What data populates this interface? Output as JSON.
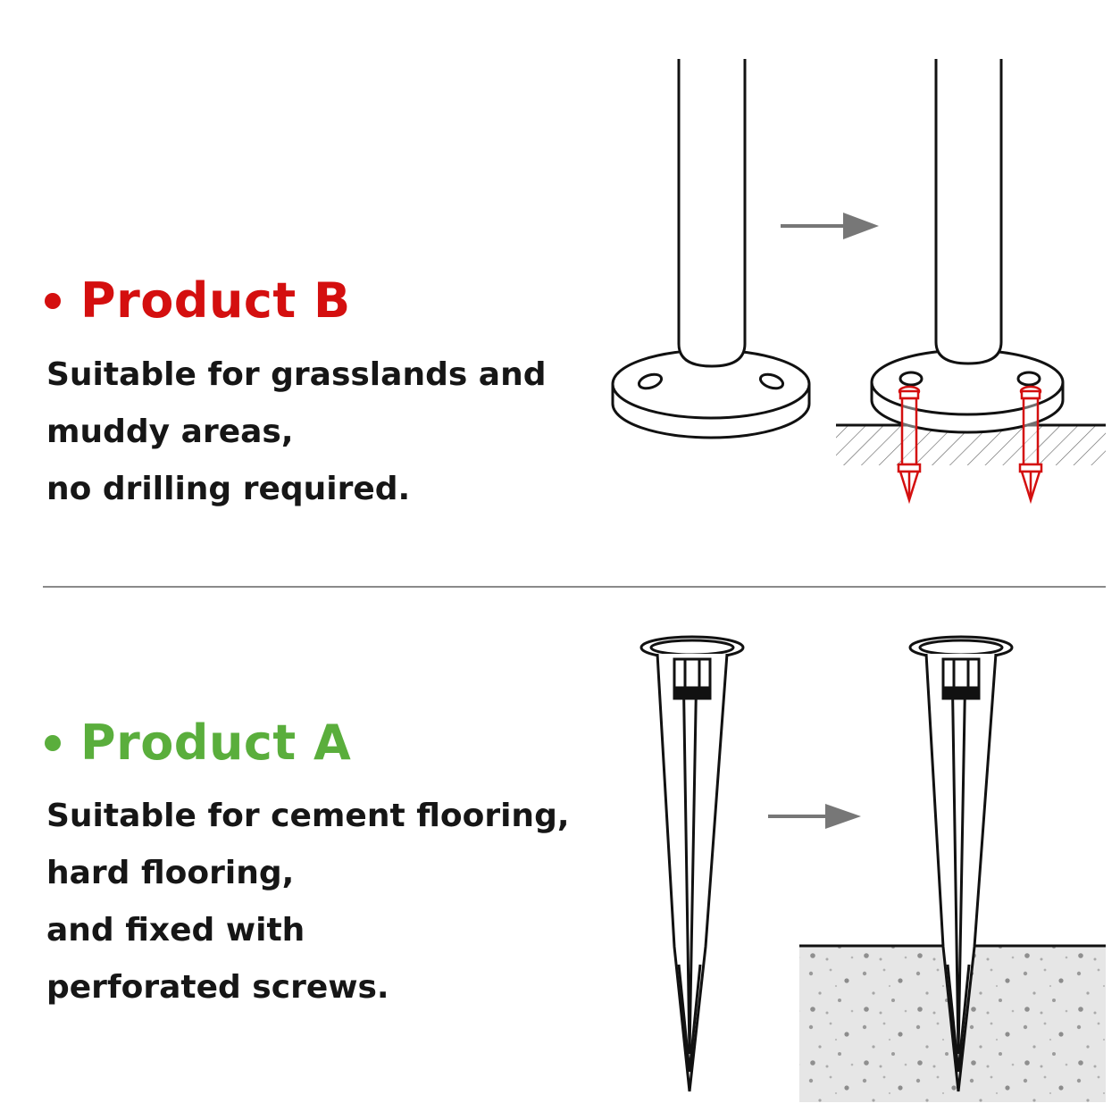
{
  "product_b": {
    "title": "Product B",
    "color": "#d40f0f",
    "description": [
      "Suitable for grasslands and",
      "muddy areas,",
      "no drilling required."
    ]
  },
  "product_a": {
    "title": "Product A",
    "color": "#5aae3c",
    "description": [
      "Suitable for cement flooring,",
      "hard flooring,",
      "and fixed with",
      "perforated screws."
    ]
  },
  "icons": {
    "arrow_color": "#777777",
    "line_color": "#111111",
    "stake_pin_color": "#d40f0f",
    "concrete_color": "#e4e4e4"
  }
}
